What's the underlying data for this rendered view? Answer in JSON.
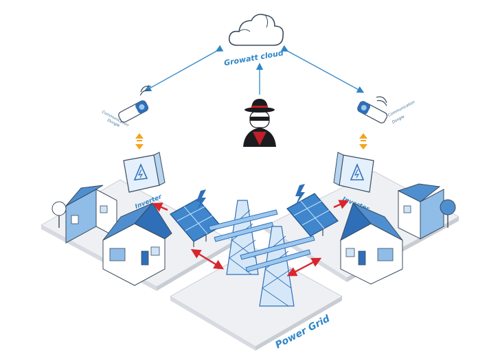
{
  "cloud": {
    "label": "Growatt cloud",
    "icon": "cloud-icon"
  },
  "hacker": {
    "icon": "hacker-icon"
  },
  "dongle_left": {
    "line1": "Communication",
    "line2": "Dongle"
  },
  "dongle_right": {
    "line1": "Communication",
    "line2": "Dongle"
  },
  "inverter_left": {
    "label": "Inverter"
  },
  "inverter_right": {
    "label": "Inverter"
  },
  "grid": {
    "label": "Power Grid"
  },
  "colors": {
    "accent_blue": "#2f86c8",
    "arrow_red": "#d8262c",
    "arrow_orange": "#f3a51b",
    "platform": "#eef0f3",
    "house_blue": "#5a9ad6"
  }
}
